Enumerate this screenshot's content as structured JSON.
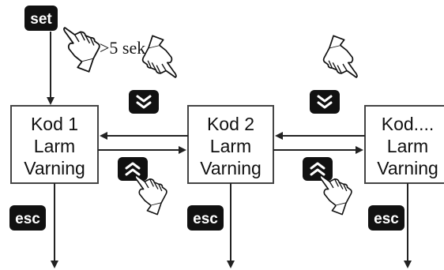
{
  "keys": {
    "set": "set",
    "esc": "esc"
  },
  "hold_label": ">5 sek.",
  "boxes": [
    {
      "line1": "Kod 1",
      "line2": "Larm",
      "line3": "Varning"
    },
    {
      "line1": "Kod 2",
      "line2": "Larm",
      "line3": "Varning"
    },
    {
      "line1": "Kod....",
      "line2": "Larm",
      "line3": "Varning"
    }
  ],
  "icons": {
    "down": "double-chevron-down-icon",
    "up": "double-chevron-up-icon",
    "hand": "pressing-hand-icon"
  },
  "colors": {
    "key_fill": "#111111",
    "key_text": "#ffffff",
    "line": "#222222"
  }
}
